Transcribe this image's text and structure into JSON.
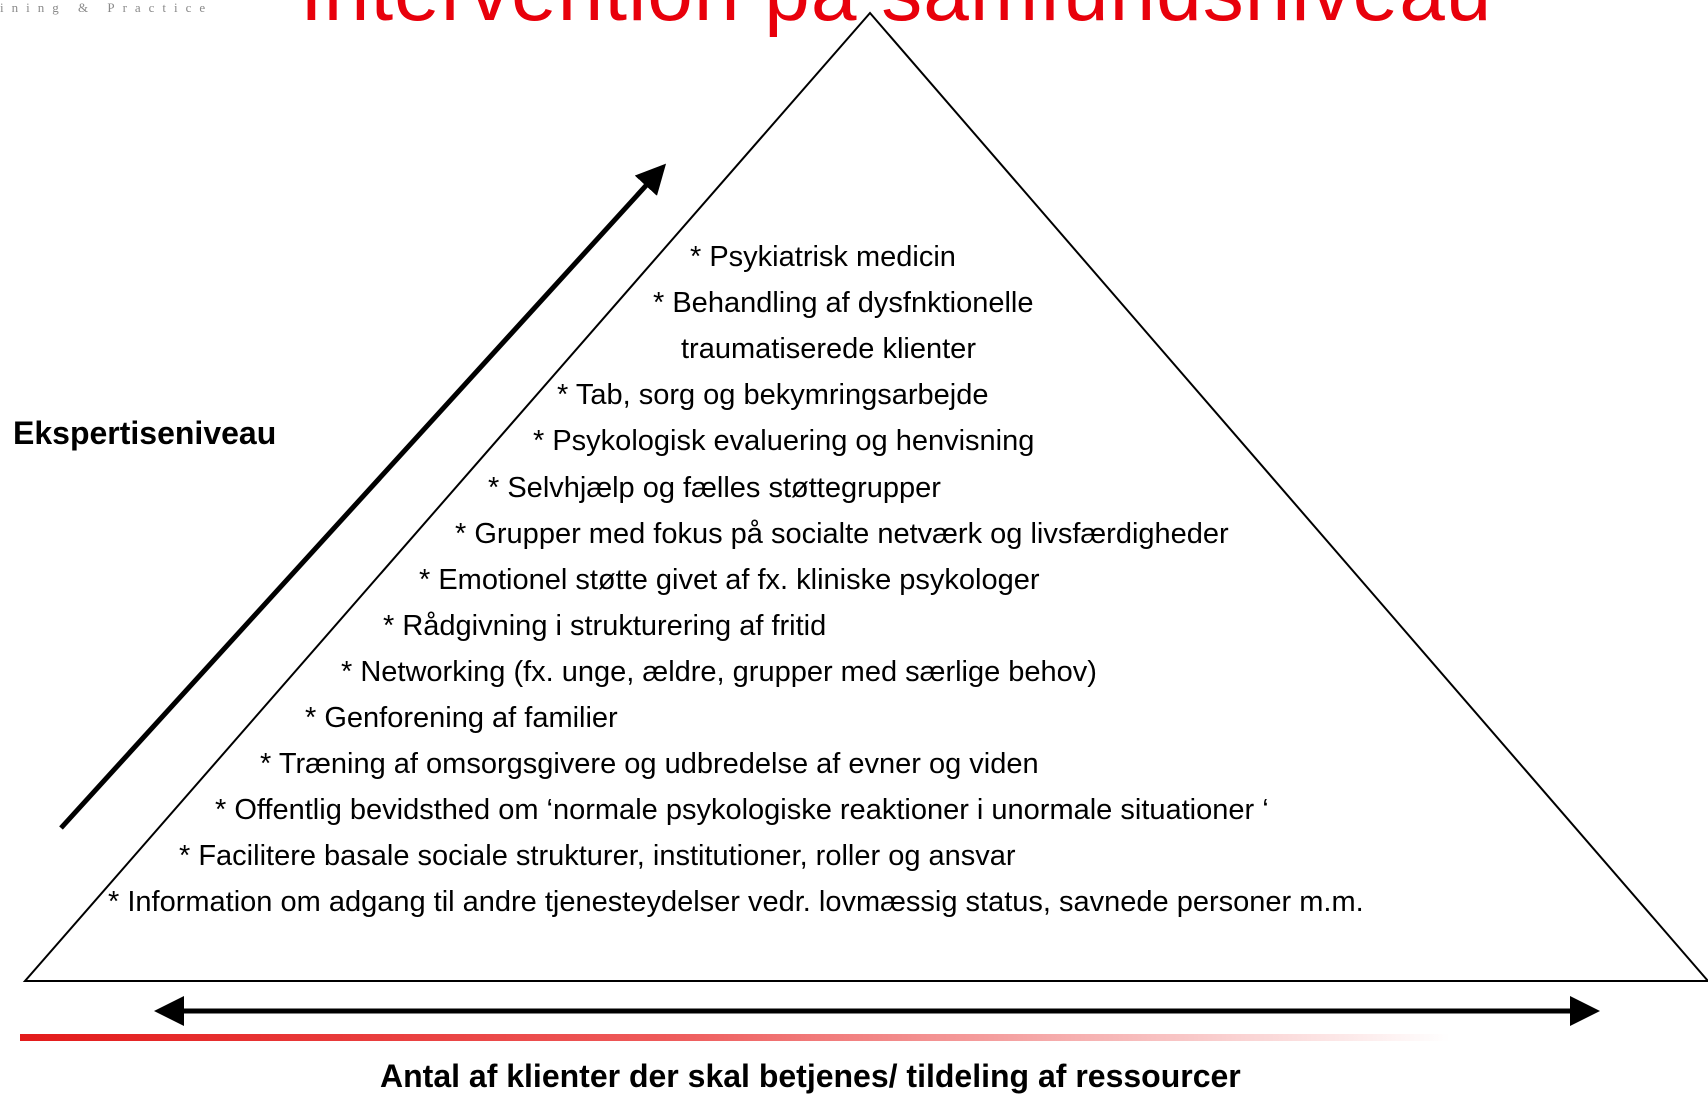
{
  "header": {
    "brand": "ining & Practice",
    "title": "Intervention på samfundsniveau"
  },
  "diagram": {
    "y_axis_label": "Ekspertiseniveau",
    "x_axis_label": "Antal af klienter der skal  betjenes/ tildeling af ressourcer",
    "levels": [
      "* Psykiatrisk medicin",
      "* Behandling af dysfnktionelle",
      "traumatiserede klienter",
      "* Tab, sorg og bekymringsarbejde",
      "* Psykologisk evaluering og henvisning",
      "* Selvhjælp og fælles støttegrupper",
      "* Grupper med fokus på socialte netværk og livsfærdigheder",
      "* Emotionel støtte givet af  fx. kliniske psykologer",
      "* Rådgivning i strukturering af fritid",
      "* Networking (fx. unge, ældre, grupper med særlige behov)",
      "* Genforening af familier",
      "* Træning af omsorgsgivere og udbredelse af evner og viden",
      "* Offentlig bevidsthed om ‘normale psykologiske reaktioner i unormale situationer ‘",
      "* Facilitere basale sociale strukturer, institutioner, roller og ansvar",
      "* Information om adgang til andre tjenesteydelser vedr. lovmæssig status, savnede personer m.m."
    ],
    "colors": {
      "title": "#e8000b",
      "lines": "#000000"
    }
  }
}
